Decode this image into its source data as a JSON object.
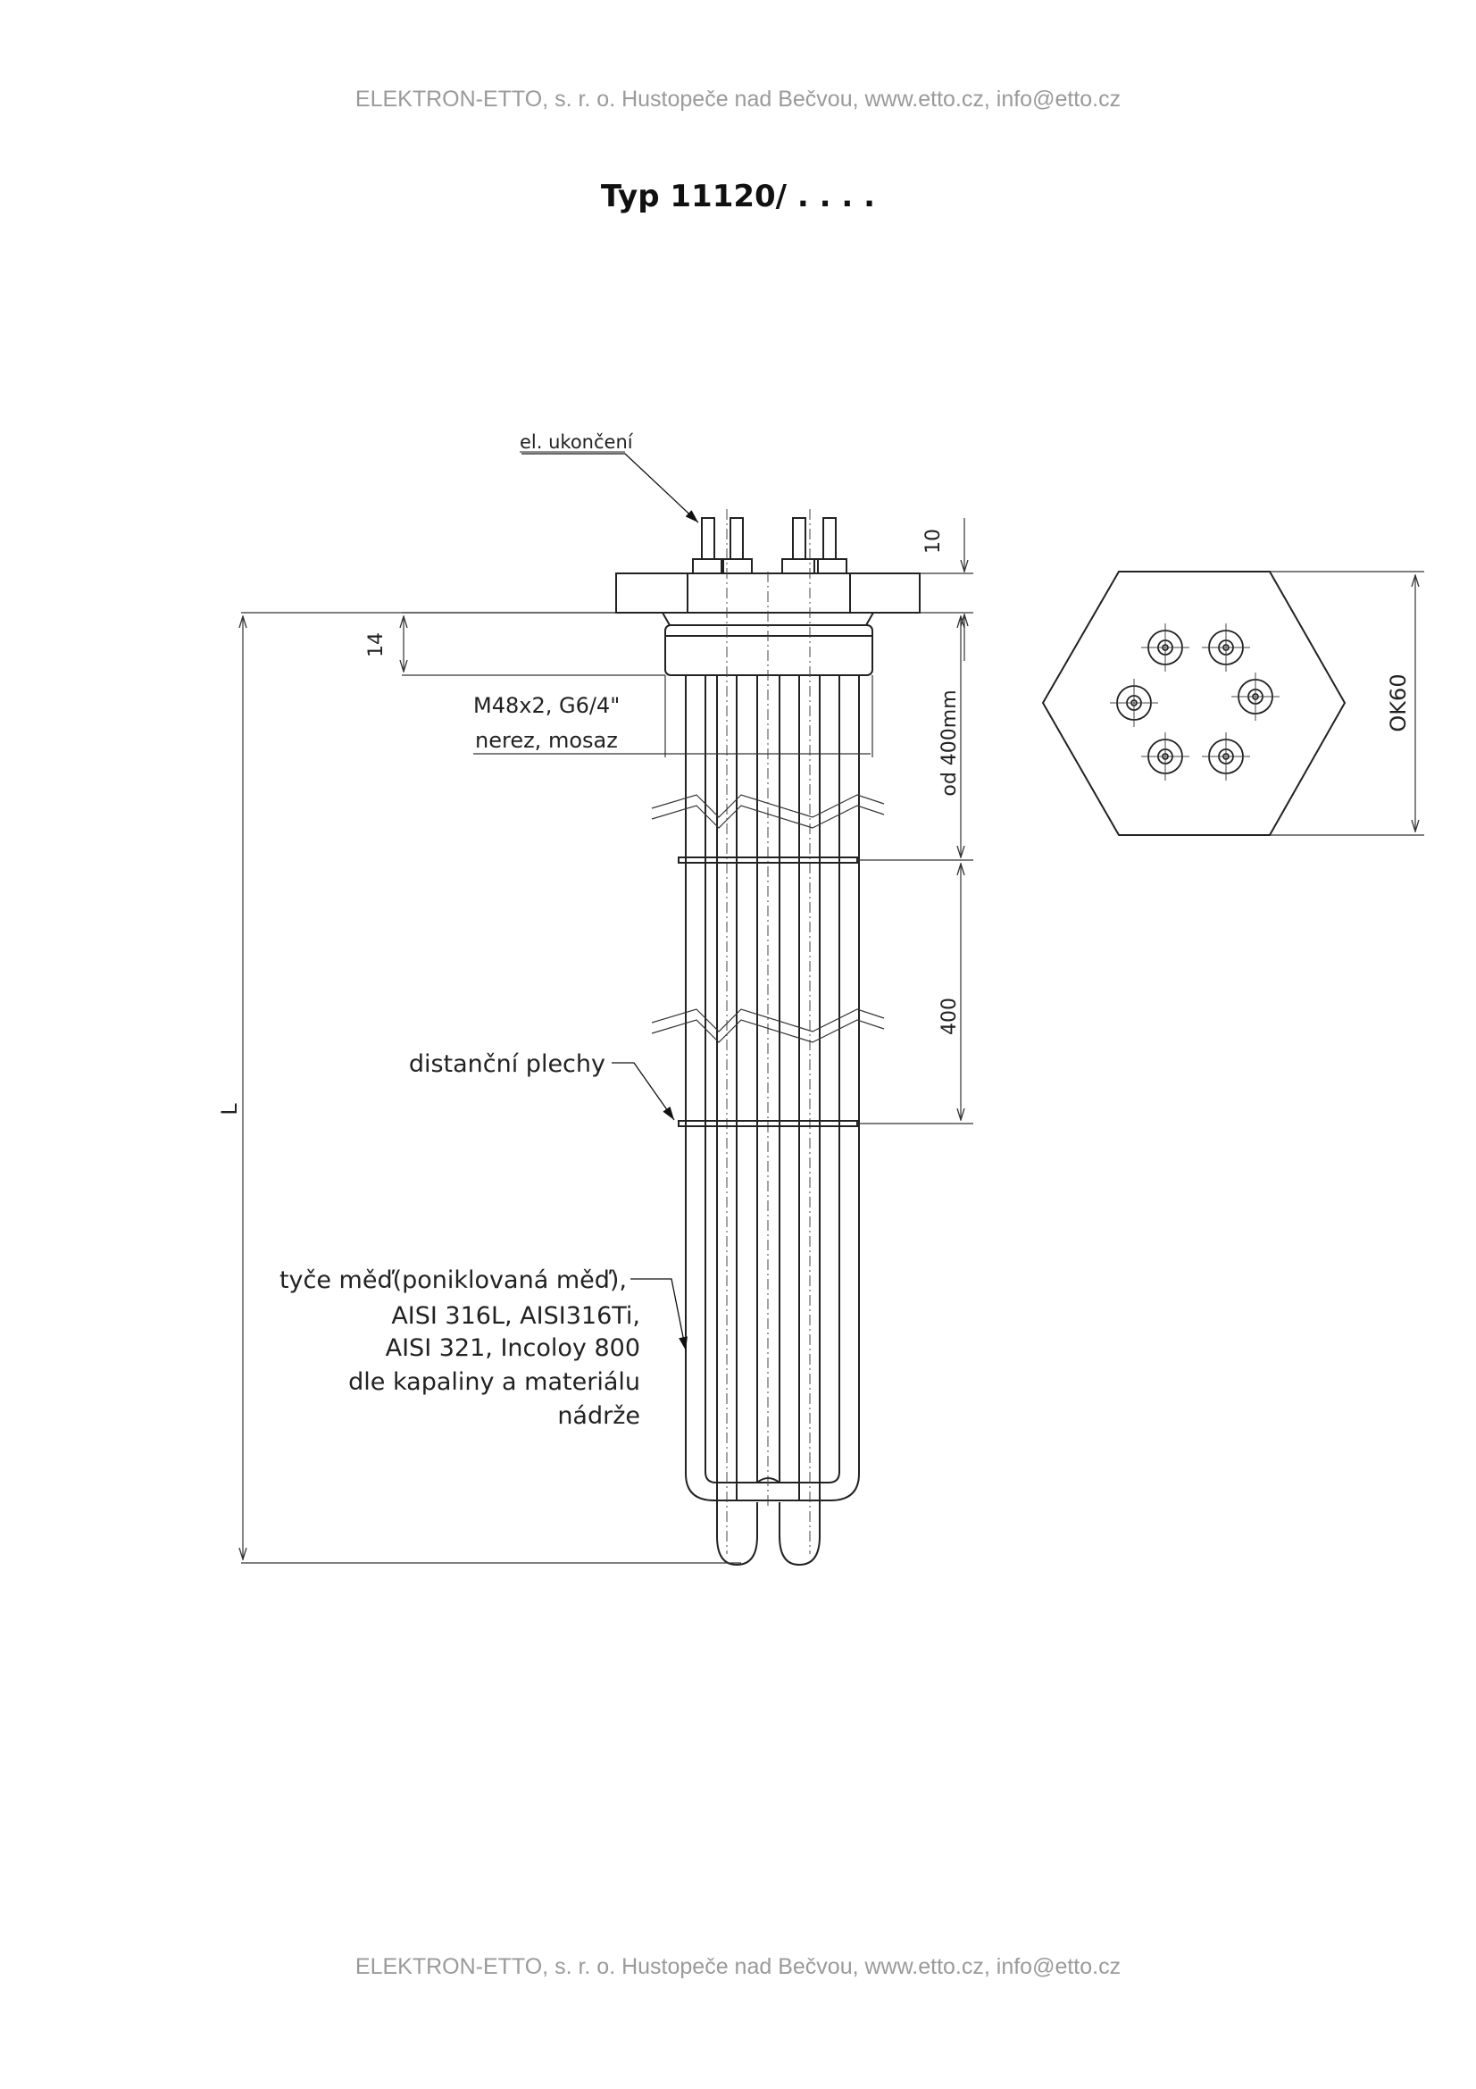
{
  "header": {
    "text": "ELEKTRON-ETTO, s. r. o. Hustopeče nad Bečvou, www.etto.cz, info@etto.cz"
  },
  "title": "Typ 11120/ . . . .",
  "drawing": {
    "labels": {
      "el_ukonceni": "el. ukončení",
      "thread_line1": "M48x2, G6/4\"",
      "thread_line2": "nerez, mosaz",
      "distancni": "distanční plechy",
      "tyce": [
        "tyče měď(poniklovaná měď),",
        "AISI 316L, AISI316Ti,",
        "AISI 321, Incoloy 800",
        "dle kapaliny a materiálu",
        "nádrže"
      ]
    },
    "dimensions": {
      "d10": "10",
      "d14": "14",
      "od400": "od 400mm",
      "d400": "400",
      "L": "L",
      "ok60": "OK60"
    }
  },
  "footer": {
    "text": "ELEKTRON-ETTO, s. r. o. Hustopeče nad Bečvou, www.etto.cz, info@etto.cz"
  }
}
